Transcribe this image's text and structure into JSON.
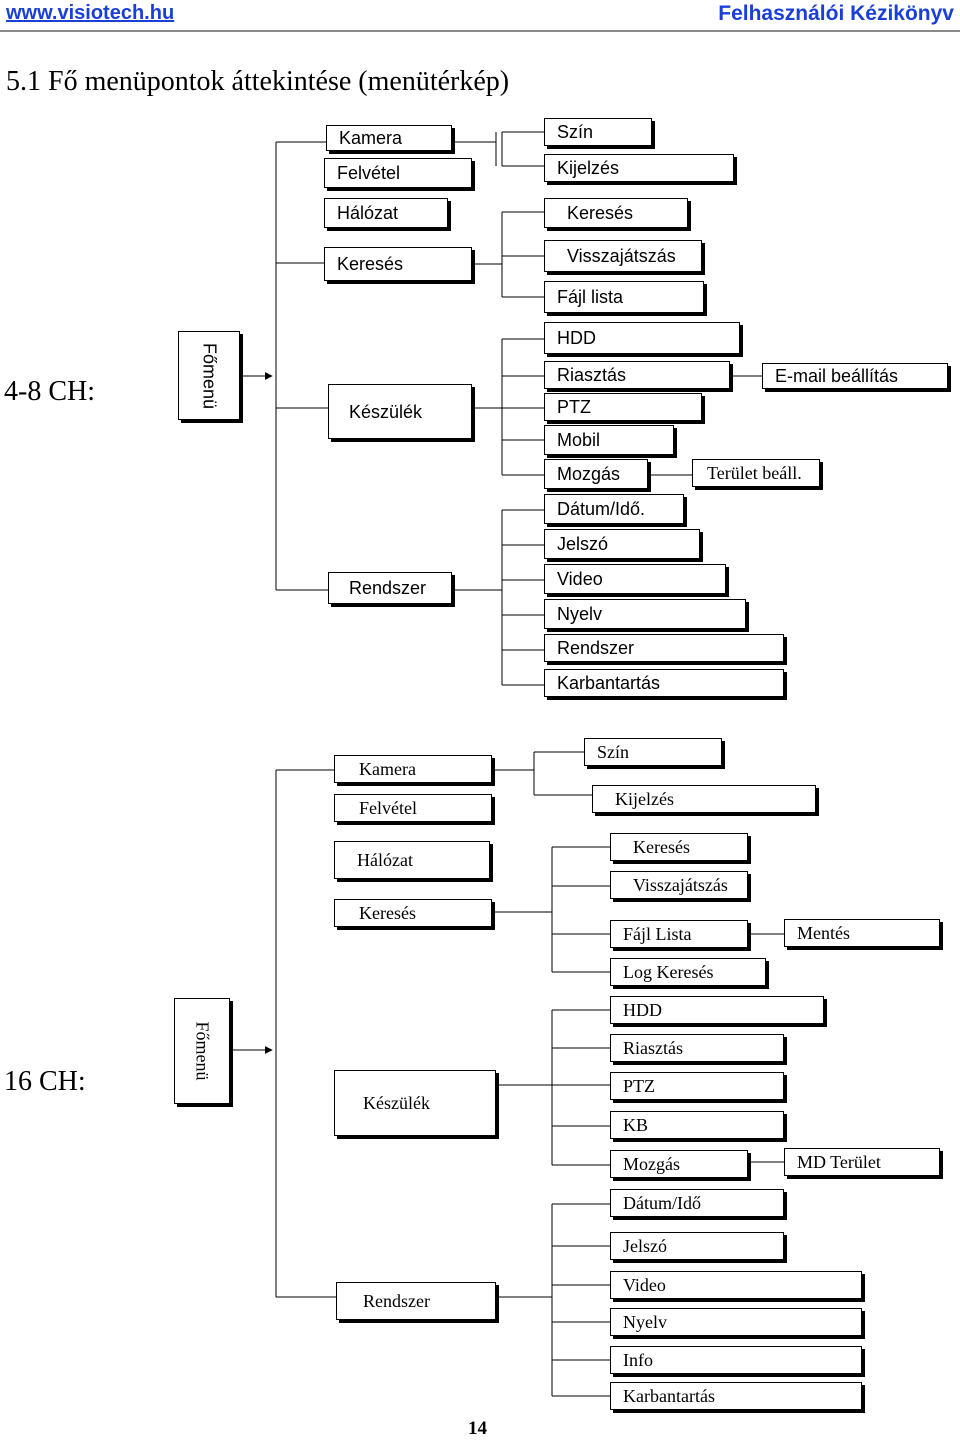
{
  "header": {
    "site": "www.visiotech.hu",
    "manual": "Felhasználói Kézikönyv"
  },
  "section_title": "5.1 Fő menüpontok áttekintése (menütérkép)",
  "diagram1": {
    "label": "4-8 CH:",
    "root": "Főmenü",
    "level1": [
      "Kamera",
      "Felvétel",
      "Hálózat",
      "Keresés",
      "Készülék",
      "Rendszer"
    ],
    "level2": [
      "Szín",
      "Kijelzés",
      "Keresés",
      "Visszajátszás",
      "Fájl lista",
      "HDD",
      "Riasztás",
      "PTZ",
      "Mobil",
      "Mozgás",
      "Dátum/Idő.",
      "Jelszó",
      "Video",
      "Nyelv",
      "Rendszer",
      "Karbantartás"
    ],
    "level3": [
      "E-mail beállítás",
      "Terület beáll."
    ]
  },
  "diagram2": {
    "label": "16 CH:",
    "root": "Főmenü",
    "level1": [
      "Kamera",
      "Felvétel",
      "Hálózat",
      "Keresés",
      "Készülék",
      "Rendszer"
    ],
    "level2": [
      "Szín",
      "Kijelzés",
      "Keresés",
      "Visszajátszás",
      "Fájl Lista",
      "Log Keresés",
      "HDD",
      "Riasztás",
      "PTZ",
      "KB",
      "Mozgás",
      "Dátum/Idő",
      "Jelszó",
      "Video",
      "Nyelv",
      "Info",
      "Karbantartás"
    ],
    "level3": [
      "Mentés",
      "MD Terület"
    ]
  },
  "page_number": "14"
}
